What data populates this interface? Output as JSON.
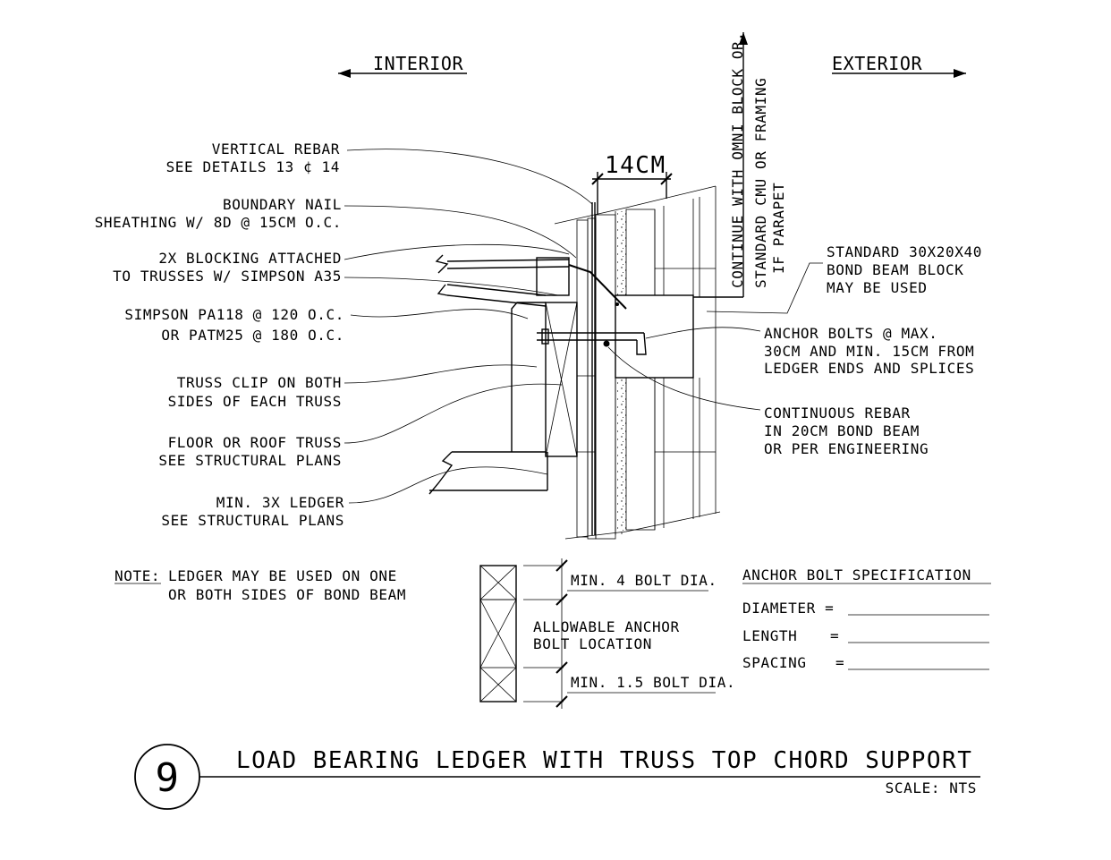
{
  "direction": {
    "interior": "INTERIOR",
    "exterior": "EXTERIOR"
  },
  "vertical_note": {
    "line1": "CONTINUE WITH OMNI BLOCK OR,",
    "line2": "STANDARD CMU OR FRAMING",
    "line3": "IF PARAPET"
  },
  "dimension": "14CM",
  "callouts_left": [
    {
      "line1": "VERTICAL REBAR",
      "line2": "SEE DETAILS 13 ¢ 14"
    },
    {
      "line1": "BOUNDARY NAIL",
      "line2": "SHEATHING W/ 8D @ 15CM O.C."
    },
    {
      "line1": "2X BLOCKING ATTACHED",
      "line2": "TO TRUSSES W/ SIMPSON A35"
    },
    {
      "line1": "SIMPSON PA118 @ 120 O.C.",
      "line2": "OR PATM25 @ 180 O.C."
    },
    {
      "line1": "TRUSS CLIP ON BOTH",
      "line2": "SIDES OF EACH TRUSS"
    },
    {
      "line1": "FLOOR OR ROOF TRUSS",
      "line2": "SEE STRUCTURAL PLANS"
    },
    {
      "line1": "MIN. 3X LEDGER",
      "line2": "SEE STRUCTURAL PLANS"
    }
  ],
  "callouts_right": [
    {
      "line1": "STANDARD 30X20X40",
      "line2": "BOND BEAM BLOCK",
      "line3": "MAY BE USED"
    },
    {
      "line1": "ANCHOR BOLTS @ MAX.",
      "line2": "30CM AND MIN. 15CM FROM",
      "line3": "LEDGER ENDS AND SPLICES"
    },
    {
      "line1": "CONTINUOUS REBAR",
      "line2": "IN 20CM BOND BEAM",
      "line3": "OR PER ENGINEERING"
    }
  ],
  "note": {
    "label": "NOTE:",
    "line1": "LEDGER MAY BE USED ON ONE",
    "line2": "OR BOTH SIDES OF BOND BEAM"
  },
  "bolt_location": {
    "min_top": "MIN. 4 BOLT DIA.",
    "allowable1": "ALLOWABLE ANCHOR",
    "allowable2": "BOLT LOCATION",
    "min_bottom": "MIN. 1.5 BOLT DIA."
  },
  "spec": {
    "title": "ANCHOR BOLT SPECIFICATION",
    "diameter": "DIAMETER =",
    "length": "LENGTH",
    "length_eq": "=",
    "spacing": "SPACING",
    "spacing_eq": "="
  },
  "title_block": {
    "number": "9",
    "title": "LOAD BEARING LEDGER WITH TRUSS TOP CHORD SUPPORT",
    "scale": "SCALE: NTS"
  }
}
